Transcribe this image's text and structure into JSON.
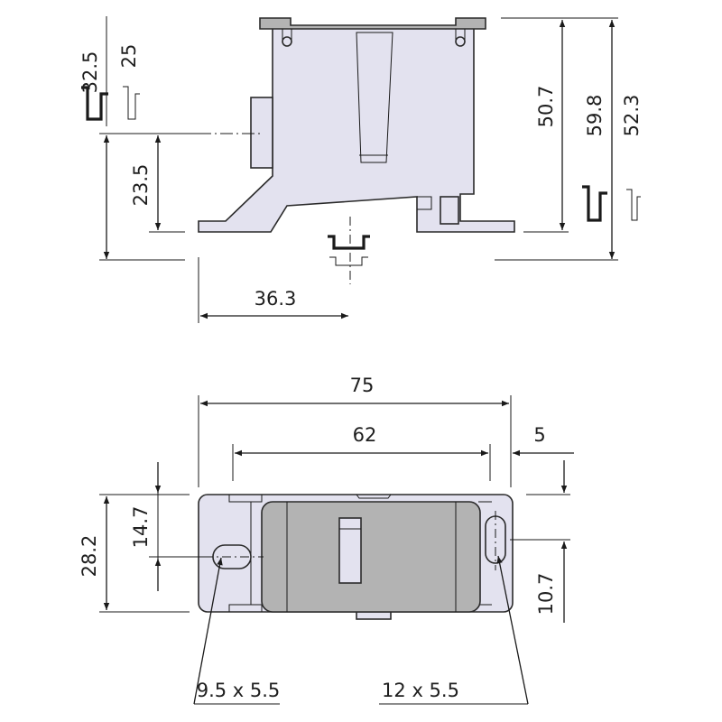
{
  "side_view": {
    "dimensions": {
      "h_32_5": "32.5",
      "h_25": "25",
      "h_23_5": "23.5",
      "h_50_7": "50.7",
      "h_59_8": "59.8",
      "h_52_3": "52.3",
      "w_36_3": "36.3"
    }
  },
  "top_view": {
    "dimensions": {
      "w_75": "75",
      "w_62": "62",
      "w_5": "5",
      "h_28_2": "28.2",
      "h_14_7": "14.7",
      "h_10_7": "10.7"
    },
    "hole_labels": {
      "left_slot": "9.5 x 5.5",
      "right_slot": "12 x 5.5"
    }
  },
  "colors": {
    "body_fill": "#e3e2ef",
    "dark_fill": "#b3b3b3",
    "line": "#1a1a1a"
  }
}
